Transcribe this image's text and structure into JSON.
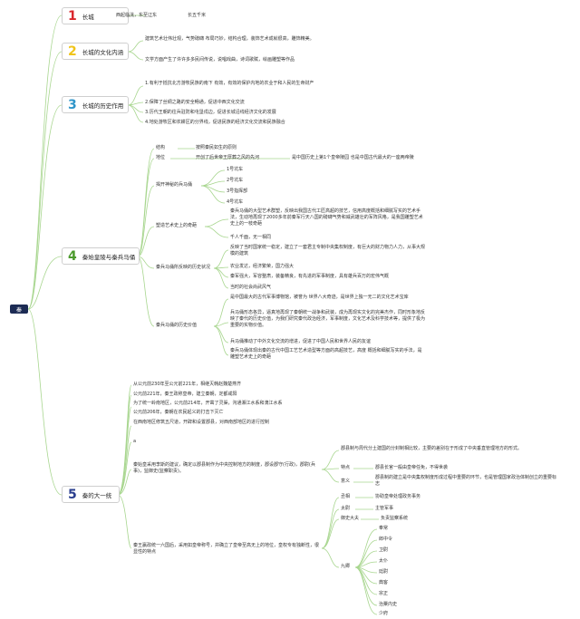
{
  "root": "秦",
  "colors": {
    "c1": "#d9262c",
    "c2": "#f0c419",
    "c3": "#2f95c9",
    "c4": "#4b9a2c",
    "c5": "#2b3f8f",
    "line": "#7cc25f"
  },
  "b1": {
    "num": "1",
    "label": "长城",
    "items": [
      "西起临洮，东至辽东",
      "长五千米"
    ]
  },
  "b2": {
    "num": "2",
    "label": "长城的文化内涵",
    "items": [
      "建筑艺术壮伟壮观，气势磅礴 布局巧妙，结构合理，装饰艺术成就很高，雕饰精美。",
      "文学方面产生了许许多多民间传说，说唱戏曲，诗词歌赋，绘画雕塑等作品"
    ]
  },
  "b3": {
    "num": "3",
    "label": "长城的历史作用",
    "items": [
      "1.有利于抵抗北方游牧民族的南下 有效，有效的保护内地的农业于和人民的生命财产",
      "2.保障了丝绸之路的安全畅通，促进中西文化交流",
      "3.历代王朝的往兵驻防和屯垦戍边，促进长城沿线经济文化的发展",
      "4.地处游牧区和农耕区的分界线，促进民族的经济文化交流和民族融合"
    ]
  },
  "b4": {
    "num": "4",
    "label": "秦始皇陵与秦兵马俑",
    "jiegou": "结构",
    "jiegou_v": "按照秦民如生的原则",
    "diwei": "地位",
    "diwei_v": "开创了后世帝王厚葬之风的先河",
    "diwei_v2": "是中国历史上第1个皇帝陵园 也是中国古代最大的一座两帝陵",
    "jiekai": "揭开神秘的兵马俑",
    "jiekai_items": [
      "1号坑车",
      "2号坑车",
      "3号指挥部",
      "4号坑车"
    ],
    "suzao": "塑造艺术史上的奇葩",
    "suzao_items": [
      "秦兵马俑的大型艺术群塑，反映出我国古代工匠高超的技艺，信用高度概括和细腻写实的艺术手法，生动地再现了2000多年前秦军行天八国的磅礴气势和威武雄壮的军阵风格，是我国雕塑艺术史上的一枝奇葩",
      "千人千面，无一相同"
    ],
    "fanying": "秦兵马俑所反映的历史状况",
    "fanying_items": [
      "反映了当时国家统一稳定，建立了一套君主专制中央集权制度，有巨大的财力物力人力，从事大规模的建筑",
      "农业发达，经济繁荣，国力强大",
      "秦军强大，军容整肃，装备精良，有先进的军事制度，具有雄兵百万的宏伟气概",
      "当时的社会尚武风气"
    ],
    "jiazhi": "秦兵马俑的历史价值",
    "jiazhi_items": [
      "是中国最大的古代军事博物馆，被誉为 世界八大奇迹，是世界上独一无二的文化艺术宝库",
      "兵马俑形态各异，逼真地再现了秦朝统一战争和武装，成为再现实文化的完美杰作，同时形象地反映了秦代的历史价值，为我们研究秦代政治经济，军事制度，文化艺术及科学技术等，提供了极为重要的实物价值。",
      "兵马俑推动了中外文化交流的增进，促进了中国人民和世界人民的友谊",
      "秦兵马俑体现出秦的古代中国工艺艺术造型等方面的高超技艺，高度 概括和细腻写实的手法，是雕塑艺术史上的奇葩"
    ]
  },
  "b5": {
    "num": "5",
    "label": "秦的大一统",
    "items": [
      "从公元前230年至公元前221年，相继灭韩赵魏楚燕齐",
      "公元前221年，秦王政称皇帝，建立秦朝，定都咸阳",
      "为了统一岭南地区，公元前214年，开凿了灵渠，沟通湘江水系和漓江水系",
      "公元前206年，秦朝在农民起义的打击下灭亡",
      "在西南地区修筑五尺道，开辟和设置郡县，对西南部地区的进行控制",
      "a"
    ],
    "junxian": "秦始皇采用李斯的建议，确定以郡县制作为中央控制地方的制度，郡设郡守(行政)，郡尉(兵事)，监御史(监察职责)。",
    "junxian_sub": [
      "郡县制与周代分土建国的分封制相比较，主要的差别在于形成了中央垂直管理地方的形式。",
      "特点",
      "郡县长官一般由皇帝任免，不得世袭",
      "意义",
      "郡县制的建立是中央集权制度形成过程中重要的环节，也是管理国家政治体制创立的重要标志"
    ],
    "sangong_intro": "秦王嬴政统一六国后，采用如皇帝称号，并确立了皇帝至高无上的地位，皇权专有独断性，很显性的特点",
    "sangong": [
      "丞相",
      "协助皇帝处理政务事务",
      "太尉",
      "主管军事",
      "御史大夫",
      "负责监察系统"
    ],
    "jiuqing_label": "九卿",
    "jiuqing": [
      "奉常",
      "郎中令",
      "卫尉",
      "太仆",
      "廷尉",
      "典客",
      "宗正",
      "治粟内史",
      "少府"
    ]
  }
}
